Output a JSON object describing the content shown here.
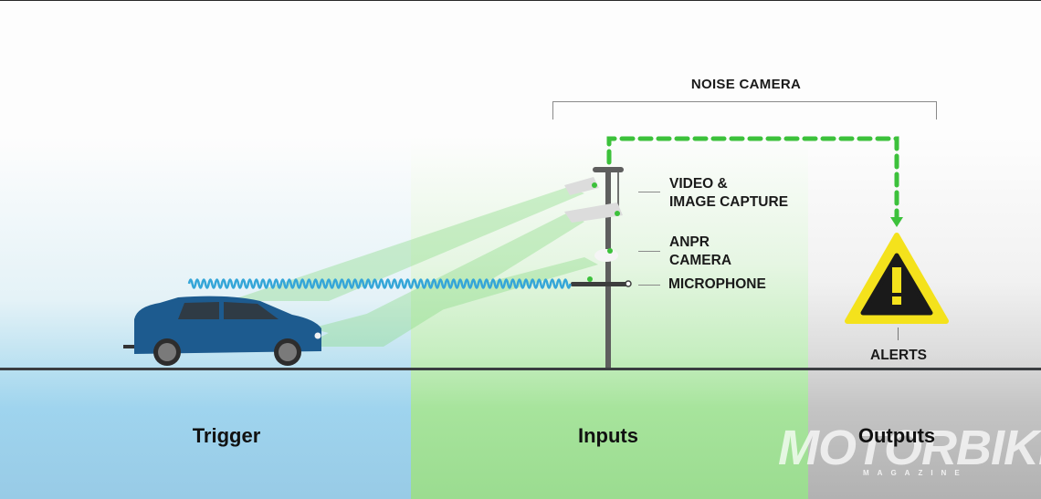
{
  "diagram": {
    "group_title": "NOISE CAMERA",
    "zones": [
      {
        "id": "trigger",
        "label": "Trigger",
        "color": "#9fd4ee"
      },
      {
        "id": "inputs",
        "label": "Inputs",
        "color": "#9bdc90"
      },
      {
        "id": "outputs",
        "label": "Outputs",
        "color": "#b2b2b2"
      }
    ],
    "components": [
      {
        "id": "video",
        "label_line1": "VIDEO &",
        "label_line2": "IMAGE CAPTURE"
      },
      {
        "id": "anpr",
        "label_line1": "ANPR",
        "label_line2": "CAMERA"
      },
      {
        "id": "mic",
        "label_line1": "MICROPHONE"
      }
    ],
    "output": {
      "label": "ALERTS",
      "icon": "warning-triangle-icon"
    },
    "trigger_object": "car-icon",
    "signal": "sound-wave",
    "colors": {
      "accent_green": "#3cc13b",
      "wave_blue": "#35a6d8",
      "car_blue": "#1d5b8f",
      "warning_yellow": "#f4e21c",
      "pole_gray": "#5e5e5e"
    }
  },
  "watermark": {
    "main": "MOTORBIKE",
    "sub": "MAGAZINE"
  }
}
